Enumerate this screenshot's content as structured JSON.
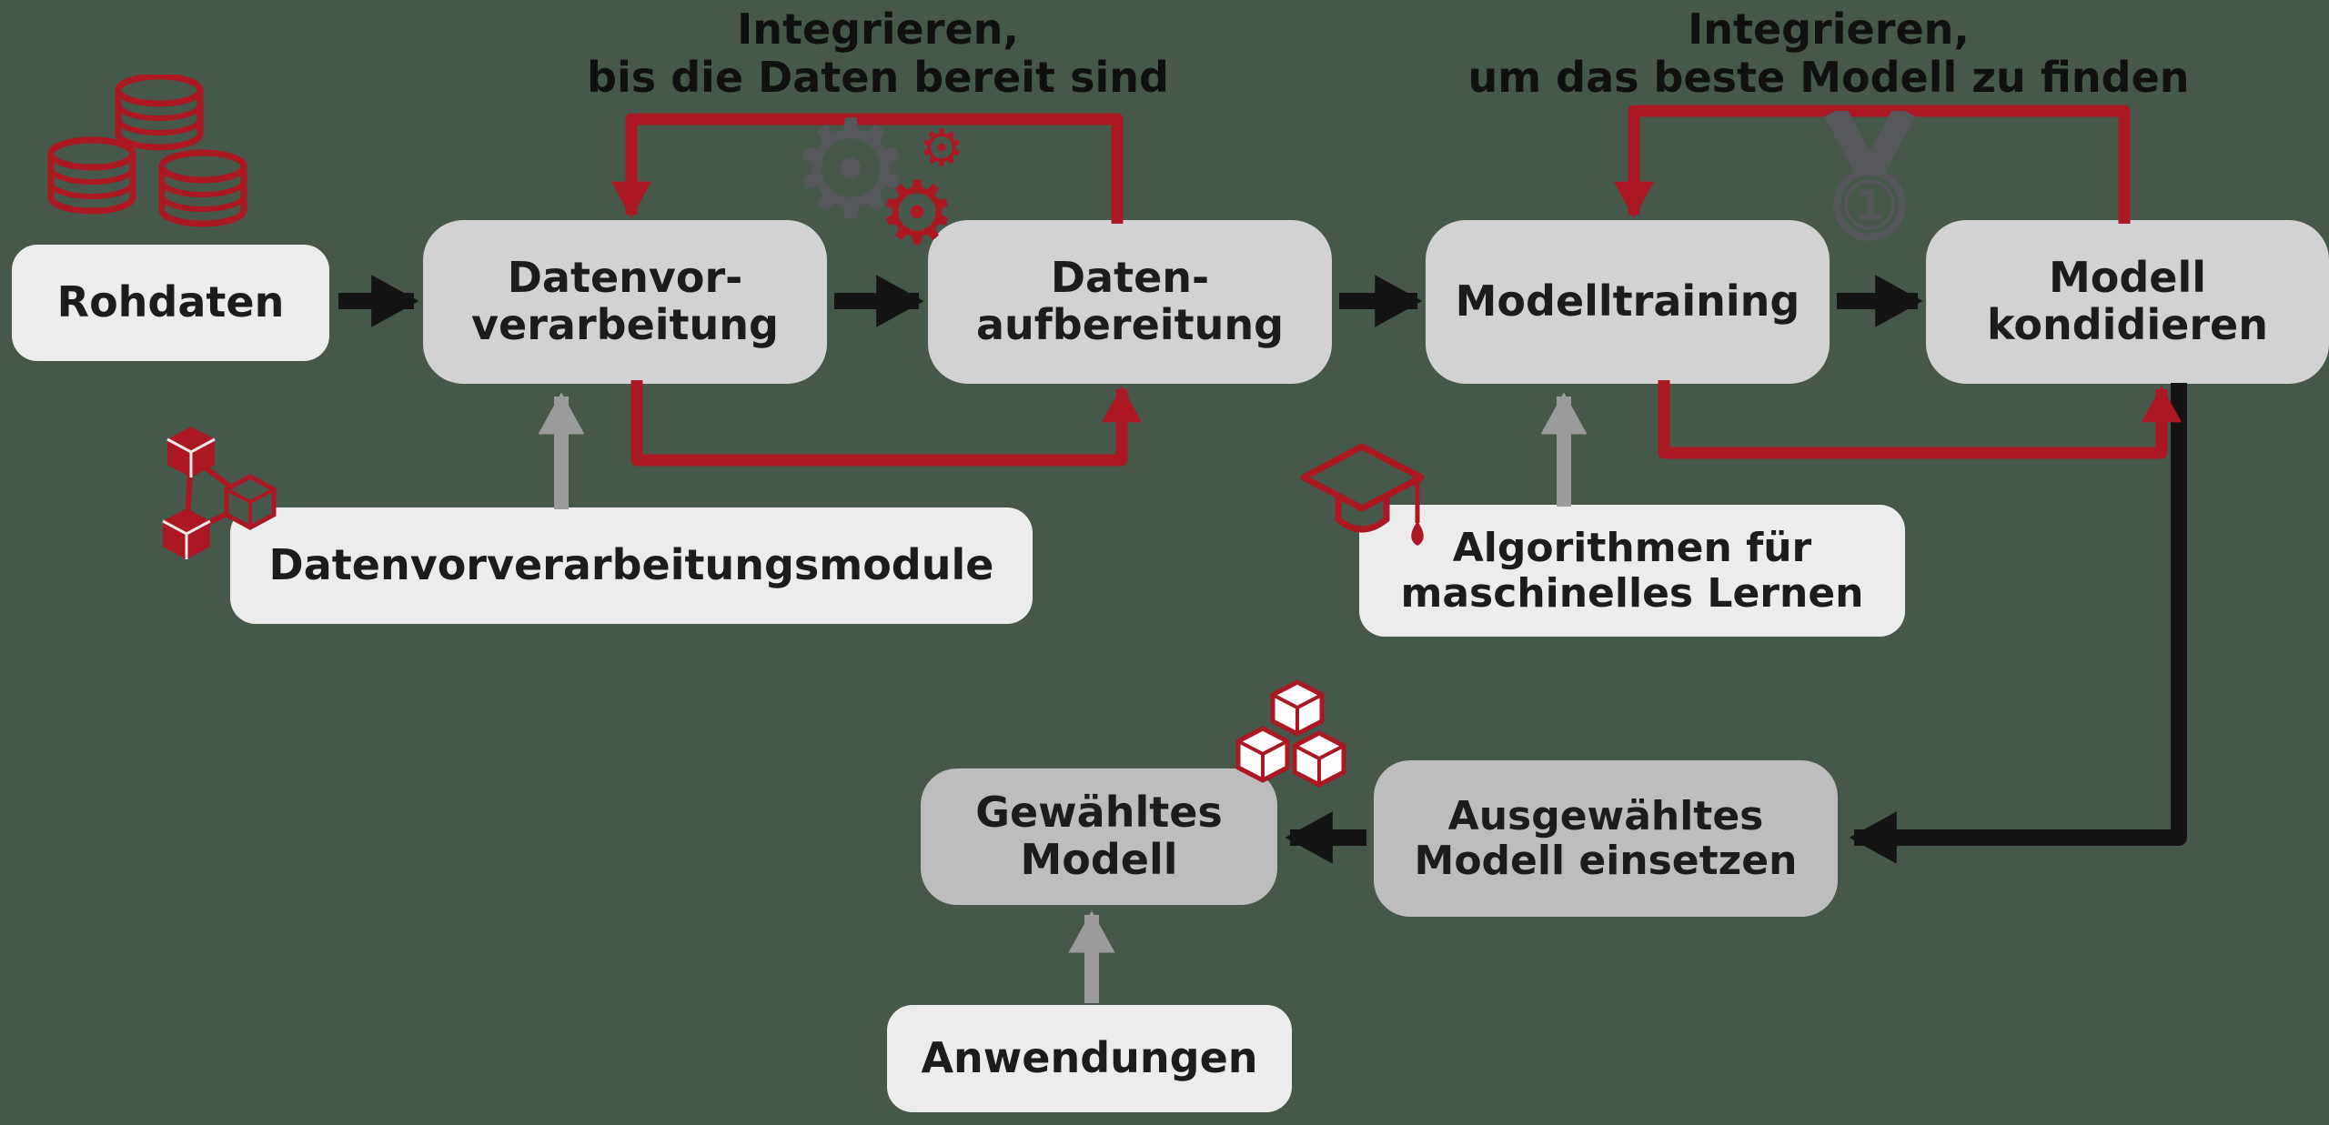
{
  "colors": {
    "background": "#46584a",
    "accent_red": "#ab1723",
    "arrow_black": "#141414",
    "arrow_gray": "#9b9b9b",
    "box_light": "#ececec",
    "box_mid": "#d2d2d2",
    "box_dark": "#bdbdbd",
    "icon_dark_gray": "#55575b"
  },
  "loop_labels": {
    "left": {
      "line1": "Integrieren,",
      "line2": "bis die Daten bereit sind"
    },
    "right": {
      "line1": "Integrieren,",
      "line2": "um das beste Modell zu finden"
    }
  },
  "nodes": {
    "rohdaten": {
      "line1": "Rohdaten"
    },
    "datenvorverarbeitung": {
      "line1": "Datenvor-",
      "line2": "verarbeitung"
    },
    "datenaufbereitung": {
      "line1": "Daten-",
      "line2": "aufbereitung"
    },
    "modelltraining": {
      "line1": "Modelltraining"
    },
    "modell_kondidieren": {
      "line1": "Modell",
      "line2": "kondidieren"
    },
    "datenvorverarbeitungsmodule": {
      "line1": "Datenvorverarbeitungsmodule"
    },
    "algorithmen": {
      "line1": "Algorithmen für",
      "line2": "maschinelles Lernen"
    },
    "gewaehltes_modell": {
      "line1": "Gewähltes",
      "line2": "Modell"
    },
    "ausgewaehltes_modell": {
      "line1": "Ausgewähltes",
      "line2": "Modell einsetzen"
    },
    "anwendungen": {
      "line1": "Anwendungen"
    }
  },
  "icons": {
    "database": "database-icon",
    "gears": "gears-icon",
    "gear_glyph": "⚙",
    "medal": "medal-icon",
    "medal_number": "1",
    "modules": "cube-network-icon",
    "graduation_cap": "graduation-cap-icon",
    "model_cubes": "cubes-icon"
  }
}
